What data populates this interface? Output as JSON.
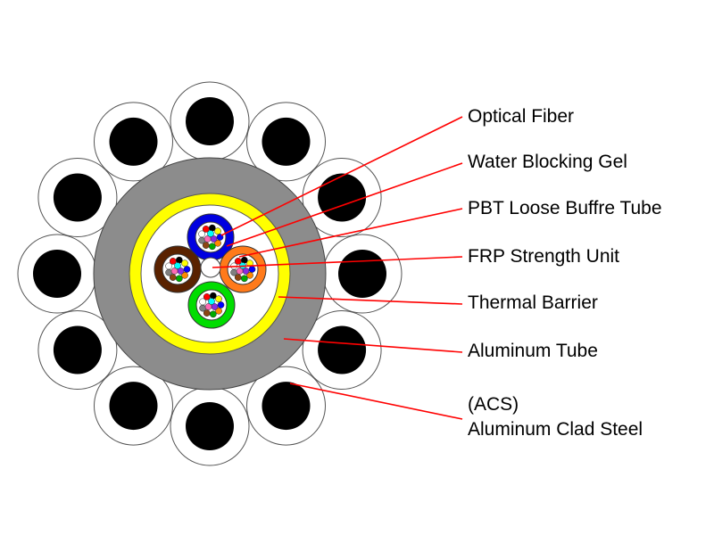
{
  "labels": {
    "optical_fiber": "Optical Fiber",
    "water_blocking_gel": "Water Blocking Gel",
    "pbt_tube": "PBT Loose Buffre Tube",
    "frp_unit": "FRP Strength Unit",
    "thermal_barrier": "Thermal Barrier",
    "aluminum_tube": "Aluminum Tube",
    "acs_abbrev": "(ACS)",
    "acs_full": "Aluminum Clad Steel"
  },
  "colors": {
    "outer_sheath": "#8c8c8c",
    "thermal_barrier": "#ffff00",
    "steel_core": "#000000",
    "wire_cladding": "#ffffff",
    "leader_line": "#ff0000",
    "tube_blue": "#0000e0",
    "tube_brown": "#5a2200",
    "tube_orange": "#ff7a1a",
    "tube_green": "#00dd00",
    "fiber_colors": [
      "#0000ff",
      "#ff8800",
      "#00aa00",
      "#8b4513",
      "#808080",
      "#ffffff",
      "#ff0000",
      "#000000",
      "#ffff00",
      "#8a2be2",
      "#ff69b4",
      "#00ffff"
    ]
  }
}
